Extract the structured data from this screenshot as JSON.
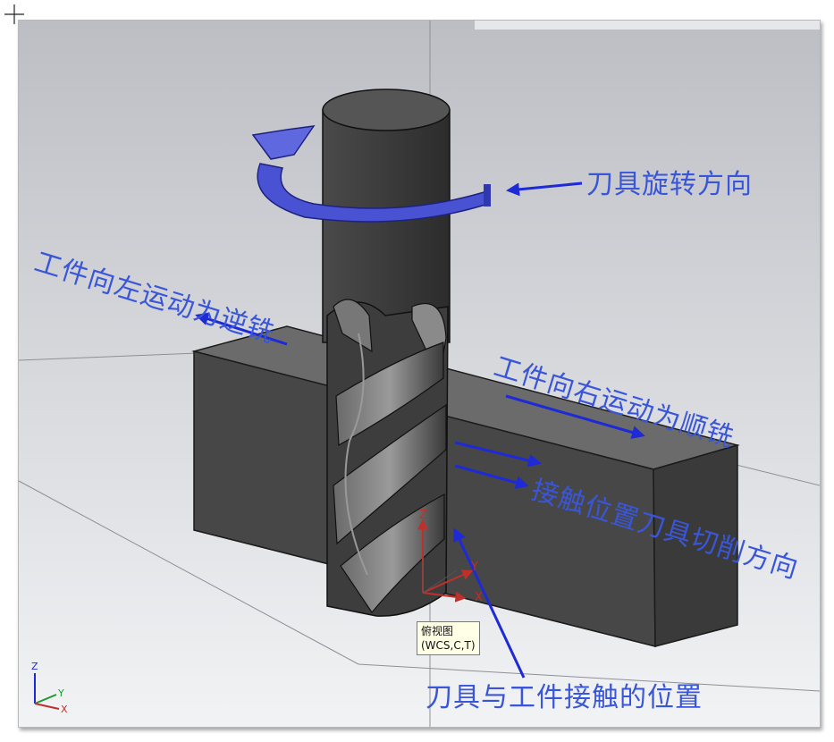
{
  "labels": {
    "tool_rotation": "刀具旋转方向",
    "climb_left": "工件向左运动为逆铣",
    "climb_right": "工件向右运动为顺铣",
    "cut_direction": "接触位置刀具切削方向",
    "contact_point": "刀具与工件接触的位置"
  },
  "tooltip": {
    "line1": "俯视图",
    "line2": "(WCS,C,T)"
  },
  "axes": {
    "x": "X",
    "y": "Y",
    "z": "Z"
  },
  "colors": {
    "label": "#3a56d8",
    "arrow": "#1e2ad6",
    "rotation_arrow": "#4a52d4",
    "block": "#4a4a4a",
    "tool": "#3c3c3c"
  }
}
